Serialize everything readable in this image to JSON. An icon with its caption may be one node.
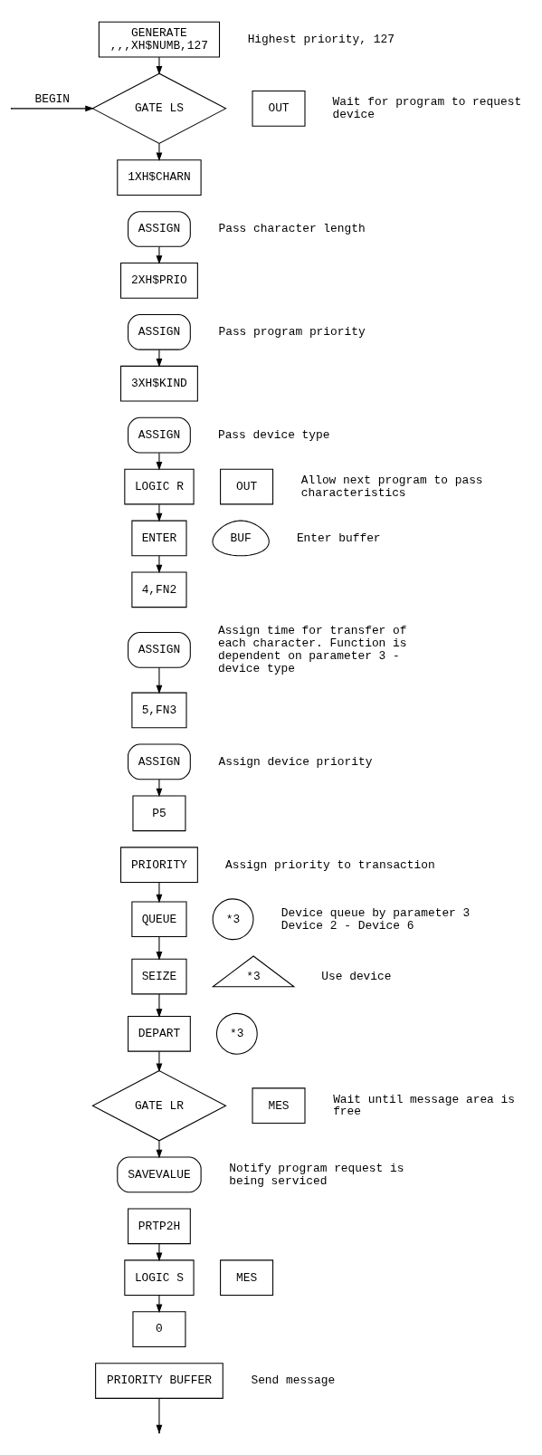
{
  "diagram": {
    "nodes": [
      {
        "text": [
          "GENERATE",
          ",,,XH$NUMB,127"
        ],
        "beside": [
          "Highest priority, 127"
        ]
      },
      {
        "text": [
          "GATE LS"
        ]
      },
      {
        "text": [
          "OUT"
        ],
        "beside": [
          "Wait for program to request device"
        ]
      },
      {
        "text": [
          "1XH$CHARN"
        ]
      },
      {
        "text": [
          "ASSIGN"
        ],
        "beside": [
          "Pass character length"
        ]
      },
      {
        "text": [
          "2XH$PRIO"
        ]
      },
      {
        "text": [
          "ASSIGN"
        ],
        "beside": [
          "Pass program priority"
        ]
      },
      {
        "text": [
          "3XH$KIND"
        ]
      },
      {
        "text": [
          "ASSIGN"
        ],
        "beside": [
          "Pass device type"
        ]
      },
      {
        "text": [
          "LOGIC R"
        ]
      },
      {
        "text": [
          "OUT"
        ],
        "beside": [
          "Allow next program to pass characteristics"
        ]
      },
      {
        "text": [
          "ENTER"
        ]
      },
      {
        "text": [
          "BUF"
        ],
        "beside": [
          "Enter buffer"
        ]
      },
      {
        "text": [
          "4,FN2"
        ]
      },
      {
        "text": [
          "ASSIGN"
        ],
        "beside": [
          "Assign time for transfer of each character. Function is dependent on parameter 3 - device type"
        ]
      },
      {
        "text": [
          "5,FN3"
        ]
      },
      {
        "text": [
          "ASSIGN"
        ],
        "beside": [
          "Assign device priority"
        ]
      },
      {
        "text": [
          "P5"
        ]
      },
      {
        "text": [
          "PRIORITY"
        ],
        "beside": [
          "Assign priority to transaction"
        ]
      },
      {
        "text": [
          "QUEUE"
        ]
      },
      {
        "text": [
          "*3"
        ],
        "beside": [
          "Device queue by parameter 3",
          "Device 2 - Device 6"
        ]
      },
      {
        "text": [
          "SEIZE"
        ]
      },
      {
        "text": [
          "*3"
        ],
        "beside": [
          "Use device"
        ]
      },
      {
        "text": [
          "DEPART"
        ]
      },
      {
        "text": [
          "*3"
        ]
      },
      {
        "text": [
          "GATE LR"
        ]
      },
      {
        "text": [
          "MES"
        ],
        "beside": [
          "Wait until message area is free"
        ]
      },
      {
        "text": [
          "SAVEVALUE"
        ],
        "beside": [
          "Notify program request is being serviced"
        ]
      },
      {
        "text": [
          "PRTP2H"
        ]
      },
      {
        "text": [
          "LOGIC S"
        ]
      },
      {
        "text": [
          "MES"
        ]
      },
      {
        "text": [
          "0"
        ]
      },
      {
        "text": [
          "PRIORITY BUFFER"
        ],
        "beside": [
          "Send message"
        ]
      }
    ],
    "edges": [
      {
        "from": 0,
        "to": 1,
        "arrow": "to"
      },
      {
        "from": null,
        "to": 1,
        "arrow": "to",
        "label": "BEGIN"
      },
      {
        "from": 1,
        "to": 3,
        "arrow": "to"
      },
      {
        "from": 4,
        "to": 5,
        "arrow": "to"
      },
      {
        "from": 6,
        "to": 7,
        "arrow": "to"
      },
      {
        "from": 8,
        "to": 9,
        "arrow": "to"
      },
      {
        "from": 9,
        "to": 11,
        "arrow": "to"
      },
      {
        "from": 11,
        "to": 13,
        "arrow": "to"
      },
      {
        "from": 14,
        "to": 15,
        "arrow": "to"
      },
      {
        "from": 16,
        "to": 17,
        "arrow": "to"
      },
      {
        "from": 18,
        "to": 19,
        "arrow": "to"
      },
      {
        "from": 19,
        "to": 21,
        "arrow": "to"
      },
      {
        "from": 21,
        "to": 23,
        "arrow": "to"
      },
      {
        "from": 23,
        "to": 25,
        "arrow": "to"
      },
      {
        "from": 25,
        "to": 27,
        "arrow": "to"
      },
      {
        "from": 28,
        "to": 29,
        "arrow": "to"
      },
      {
        "from": 29,
        "to": 31,
        "arrow": "to"
      },
      {
        "from": 32,
        "to": null,
        "arrow": "to"
      }
    ]
  }
}
